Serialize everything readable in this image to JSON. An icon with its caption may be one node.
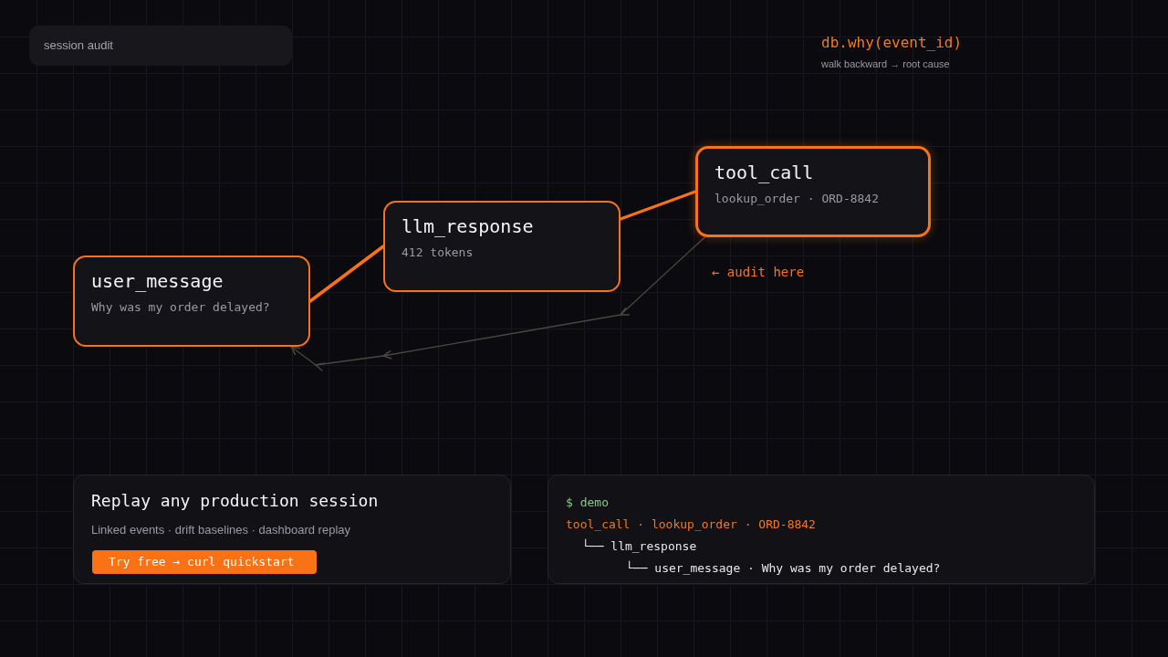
{
  "diagram": {
    "nodes": [
      {
        "text": [
          "session audit"
        ]
      },
      {
        "text": [
          "user_message",
          "Why was my order delayed?"
        ]
      },
      {
        "text": [
          "llm_response",
          "412 tokens"
        ]
      },
      {
        "text": [
          "tool_call",
          "lookup_order · ORD-8842"
        ],
        "beside": [
          "← audit here"
        ]
      },
      {
        "text": [
          "Replay any production session",
          "Linked events · drift baselines · dashboard replay"
        ]
      },
      {
        "text": [
          "Try free → curl quickstart"
        ],
        "in": 4
      },
      {
        "text": [
          "$ demo",
          "tool_call · lookup_order · ORD-8842",
          "└── llm_response",
          "└── user_message · Why was my order delayed?"
        ]
      }
    ],
    "edges": [
      {
        "from": 1,
        "to": 2,
        "arrow": "none"
      },
      {
        "from": 2,
        "to": 3,
        "arrow": "none"
      },
      {
        "from": 3,
        "to": 1,
        "arrow": "to",
        "color": "#4a4740"
      }
    ],
    "labels": [
      "db.why(event_id)",
      "walk backward → root cause"
    ]
  }
}
